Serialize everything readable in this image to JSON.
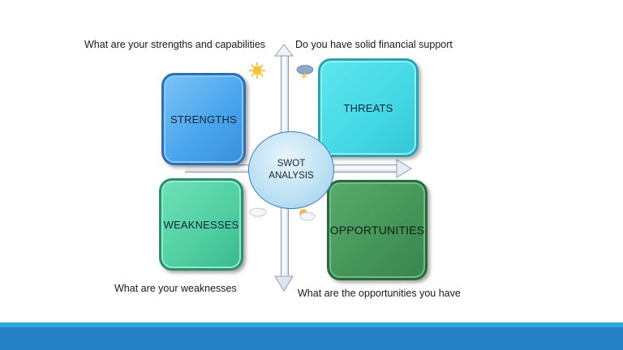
{
  "diagram": {
    "title": "SWOT ANALYSIS",
    "center": {
      "line1": "SWOT",
      "line2": "ANALYSIS"
    },
    "quadrants": [
      {
        "id": "strengths",
        "label": "STRENGTHS",
        "caption": "What are your strengths and capabilities",
        "color": "#4aa6ee",
        "icon": "sun-icon"
      },
      {
        "id": "threats",
        "label": "THREATS",
        "caption": "Do you have solid financial support",
        "color": "#43d8e4",
        "icon": "storm-cloud-icon"
      },
      {
        "id": "weaknesses",
        "label": "WEAKNESSES",
        "caption": "What are your weaknesses",
        "color": "#4fcea2",
        "icon": "cloud-icon"
      },
      {
        "id": "opportunities",
        "label": "OPPORTUNITIES",
        "caption": "What are the opportunities you have",
        "color": "#449458",
        "icon": "partly-cloudy-icon"
      }
    ]
  },
  "footer": {
    "accent_light": "#2ea7de",
    "accent_dark": "#2581c4"
  }
}
